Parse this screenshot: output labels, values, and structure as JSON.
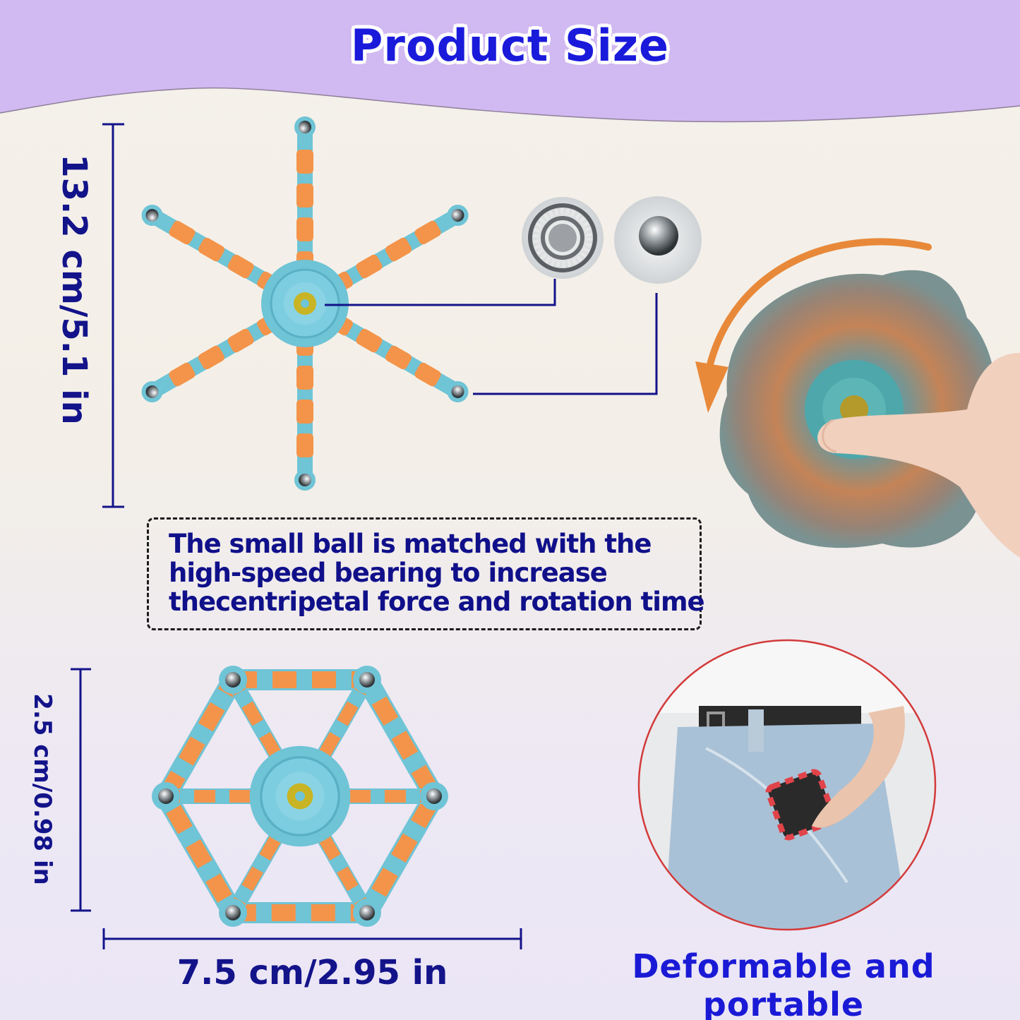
{
  "header": {
    "title": "Product Size",
    "band_color": "#d1b9f1",
    "title_color": "#1a1adb"
  },
  "dimensions": {
    "height_expanded": "13.2 cm/5.1 in",
    "thickness_folded": "2.5 cm/0.98 in",
    "width_folded": "7.5 cm/2.95 in",
    "line_color": "#13138a"
  },
  "callouts": {
    "bearing_icon": "bearing-icon",
    "ball_icon": "steel-ball-icon"
  },
  "info_box": {
    "lines": [
      "The small ball is matched with the",
      "high-speed bearing to increase",
      "thecentripetal force and rotation time"
    ]
  },
  "spinning_demo": {
    "arrow_icon": "rotation-arrow-icon",
    "arrow_color": "#e8893a"
  },
  "portable_demo": {
    "caption": "Deformable and portable",
    "ring_color": "#d33a3a"
  },
  "colors": {
    "toy_blue": "#6fc4d6",
    "toy_orange": "#f3944a",
    "toy_gear": "#c8b424"
  }
}
